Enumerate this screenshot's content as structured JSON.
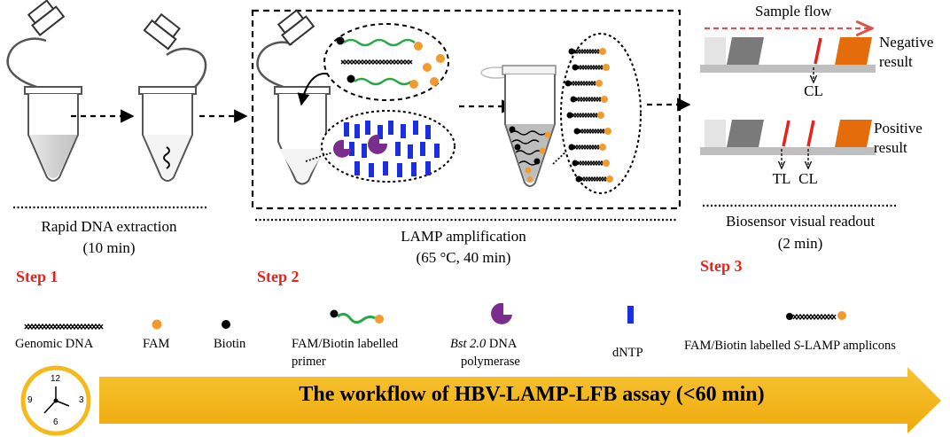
{
  "steps": {
    "step1": {
      "label": "Step 1",
      "title": "Rapid DNA extraction",
      "time": "(10 min)"
    },
    "step2": {
      "label": "Step 2",
      "title": "LAMP amplification",
      "time": "(65 °C, 40 min)"
    },
    "step3": {
      "label": "Step 3",
      "title": "Biosensor visual readout",
      "time": "(2 min)"
    }
  },
  "biosensor": {
    "sample_flow": "Sample flow",
    "negative": [
      "Negative",
      "result"
    ],
    "positive": [
      "Positive",
      "result"
    ],
    "cl": "CL",
    "tl": "TL"
  },
  "legend": {
    "genomic_dna": "Genomic DNA",
    "fam": "FAM",
    "biotin": "Biotin",
    "primer": [
      "FAM/Biotin labelled",
      "primer"
    ],
    "bst_prefix": "Bst 2.0",
    "bst_suffix": " DNA",
    "bst_line2": "polymerase",
    "dntp": "dNTP",
    "amplicons_prefix": "FAM/Biotin labelled ",
    "amplicons_italic": "S",
    "amplicons_suffix": "-LAMP amplicons"
  },
  "clock": {
    "twelve": "12",
    "three": "3",
    "six": "6",
    "nine": "9"
  },
  "banner": "The workflow  of HBV-LAMP-LFB assay (<60 min)",
  "colors": {
    "fam": "#f29a2e",
    "biotin": "#000000",
    "primer": "#27a844",
    "polymerase": "#7b2d8e",
    "dntp": "#1a2fe0",
    "step_label": "#e8221a",
    "banner": "#f4b91a",
    "pad_orange": "#e46c0a",
    "line_red": "#e8221a"
  }
}
